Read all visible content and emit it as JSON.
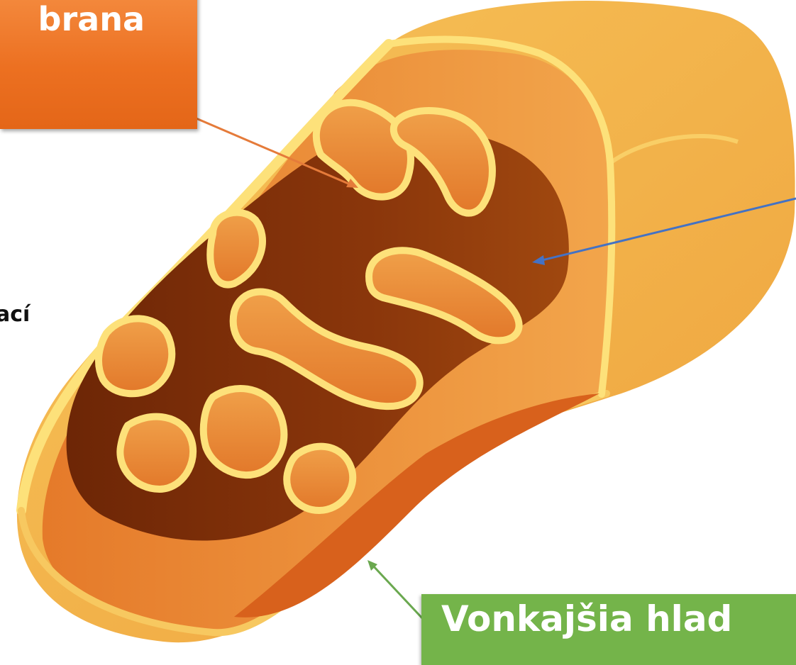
{
  "labels": {
    "inner_membrane": "brana",
    "outer_membrane": "Vonkajšia hlad",
    "side_text": "ací"
  },
  "colors": {
    "inner_label_bg": "#ec7021",
    "outer_label_bg": "#74b44a",
    "arrow_inner": "#e57b3a",
    "arrow_matrix": "#4472c4",
    "arrow_outer": "#6aa84f",
    "membrane_yellow": "#fde17a",
    "matrix_brown": "#7d3008",
    "crista_orange": "#e8812c",
    "capsule_orange": "#f2b448"
  }
}
